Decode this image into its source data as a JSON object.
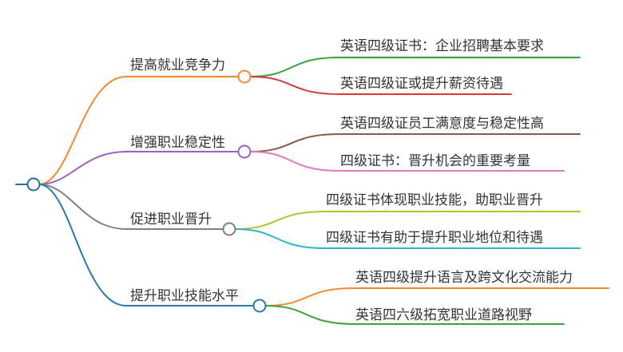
{
  "root": {
    "label": "",
    "color": "#2b6c9e"
  },
  "branches": [
    {
      "label": "提高就业竞争力",
      "color": "#f28a2e",
      "children": [
        {
          "label": "英语四级证书：企业招聘基本要求",
          "color": "#3aa33a"
        },
        {
          "label": "英语四级证或提升薪资待遇",
          "color": "#d13a3a"
        }
      ]
    },
    {
      "label": "增强职业稳定性",
      "color": "#9a62c4",
      "children": [
        {
          "label": "英语四级证员工满意度与稳定性高",
          "color": "#8b5a4a"
        },
        {
          "label": "四级证书：晋升机会的重要考量",
          "color": "#e17bc3"
        }
      ]
    },
    {
      "label": "促进职业晋升",
      "color": "#808080",
      "children": [
        {
          "label": "四级证书体现职业技能，助职业晋升",
          "color": "#b8bd34"
        },
        {
          "label": "四级证书有助于提升职业地位和待遇",
          "color": "#2bb8cc"
        }
      ]
    },
    {
      "label": "提升职业技能水平",
      "color": "#2b78b4",
      "children": [
        {
          "label": "英语四级提升语言及跨文化交流能力",
          "color": "#f28a2e"
        },
        {
          "label": "英语四六级拓宽职业道路视野",
          "color": "#3aa33a"
        }
      ]
    }
  ]
}
